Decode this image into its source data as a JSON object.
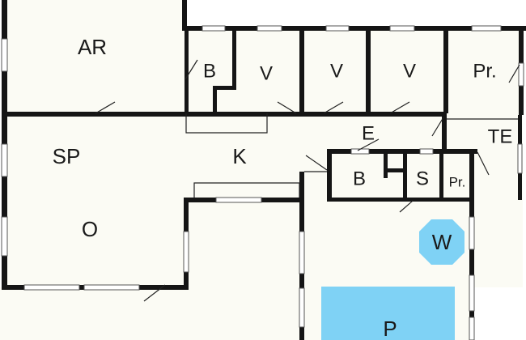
{
  "colors": {
    "pool": "#7fd2f5",
    "hot_tub": "#7fd2f5",
    "walls": "#151515",
    "floor": "#fbfbf4"
  },
  "rooms": {
    "ar": "AR",
    "b1": "B",
    "v1": "V",
    "v2": "V",
    "v3": "V",
    "pr1": "Pr.",
    "e": "E",
    "te": "TE",
    "sp": "SP",
    "k": "K",
    "b2": "B",
    "s": "S",
    "pr2": "Pr.",
    "o": "O",
    "w": "W",
    "p": "P"
  }
}
